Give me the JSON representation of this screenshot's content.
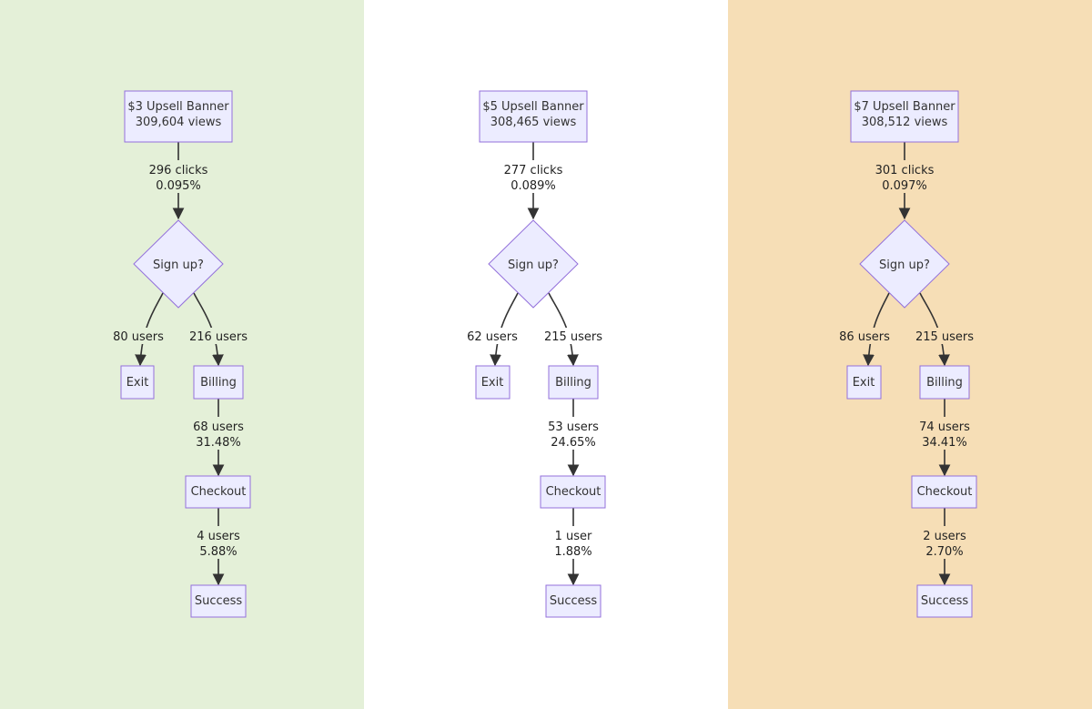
{
  "panels": [
    {
      "background": "#e4f0d8",
      "banner": {
        "title": "$3 Upsell Banner",
        "views": "309,604 views"
      },
      "click_edge": {
        "count": "296 clicks",
        "rate": "0.095%"
      },
      "decision": {
        "label": "Sign up?"
      },
      "exit_edge": {
        "count": "80 users"
      },
      "billing_edge": {
        "count": "216 users"
      },
      "exit_node": {
        "label": "Exit"
      },
      "billing_node": {
        "label": "Billing"
      },
      "checkout_edge": {
        "count": "68 users",
        "rate": "31.48%"
      },
      "checkout_node": {
        "label": "Checkout"
      },
      "success_edge": {
        "count": "4 users",
        "rate": "5.88%"
      },
      "success_node": {
        "label": "Success"
      }
    },
    {
      "background": "#ffffff",
      "banner": {
        "title": "$5 Upsell Banner",
        "views": "308,465 views"
      },
      "click_edge": {
        "count": "277 clicks",
        "rate": "0.089%"
      },
      "decision": {
        "label": "Sign up?"
      },
      "exit_edge": {
        "count": "62 users"
      },
      "billing_edge": {
        "count": "215 users"
      },
      "exit_node": {
        "label": "Exit"
      },
      "billing_node": {
        "label": "Billing"
      },
      "checkout_edge": {
        "count": "53 users",
        "rate": "24.65%"
      },
      "checkout_node": {
        "label": "Checkout"
      },
      "success_edge": {
        "count": "1 user",
        "rate": "1.88%"
      },
      "success_node": {
        "label": "Success"
      }
    },
    {
      "background": "#f6deb6",
      "banner": {
        "title": "$7 Upsell Banner",
        "views": "308,512 views"
      },
      "click_edge": {
        "count": "301 clicks",
        "rate": "0.097%"
      },
      "decision": {
        "label": "Sign up?"
      },
      "exit_edge": {
        "count": "86 users"
      },
      "billing_edge": {
        "count": "215 users"
      },
      "exit_node": {
        "label": "Exit"
      },
      "billing_node": {
        "label": "Billing"
      },
      "checkout_edge": {
        "count": "74 users",
        "rate": "34.41%"
      },
      "checkout_node": {
        "label": "Checkout"
      },
      "success_edge": {
        "count": "2 users",
        "rate": "2.70%"
      },
      "success_node": {
        "label": "Success"
      }
    }
  ]
}
